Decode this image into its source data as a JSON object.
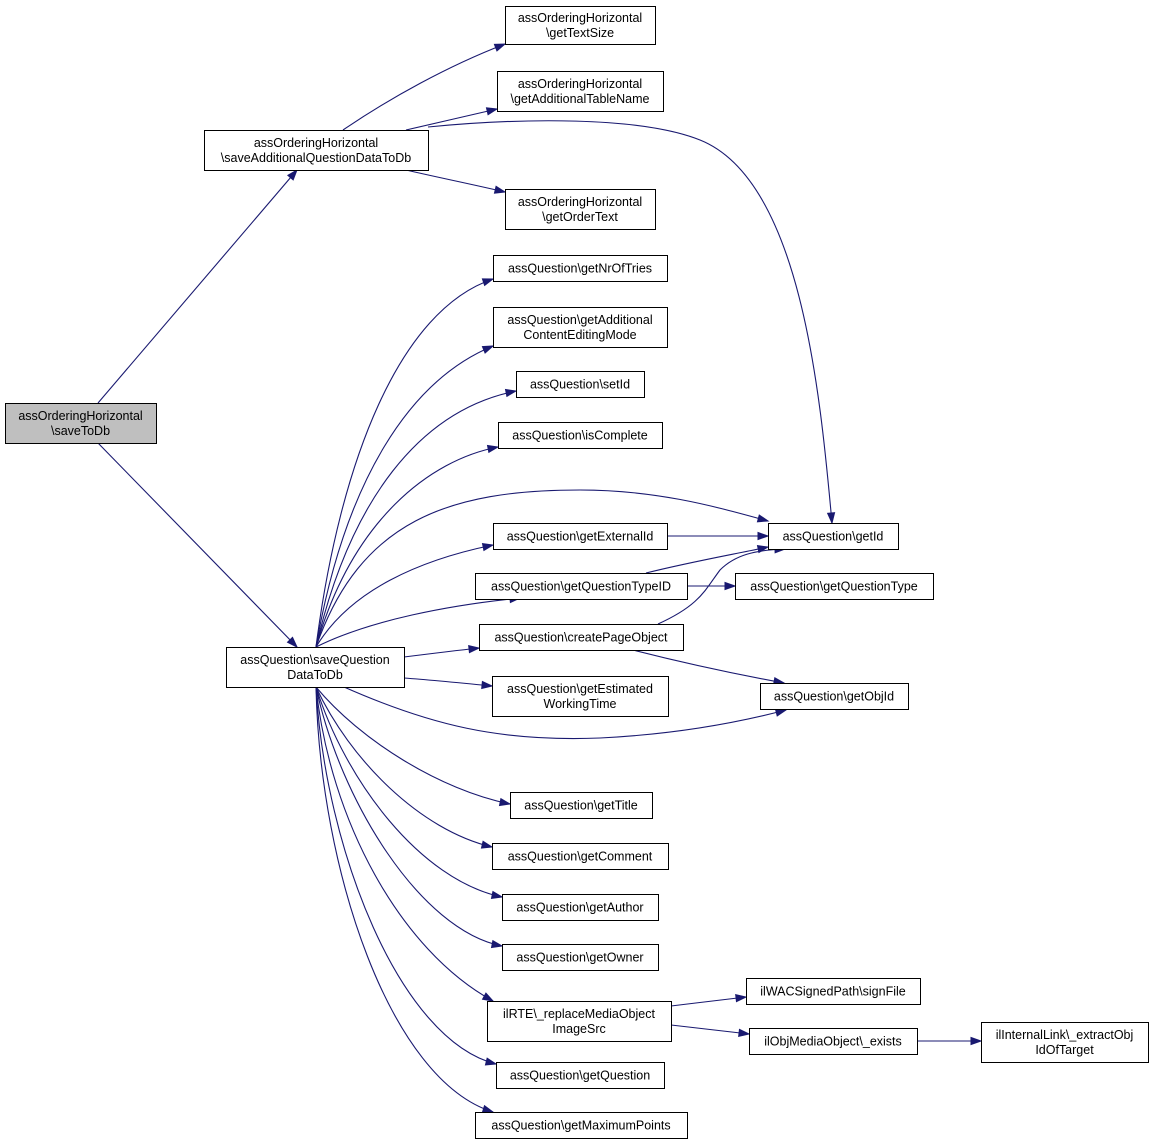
{
  "colors": {
    "edge": "#191970",
    "root_fill": "#bfbfbf",
    "node_fill": "#ffffff",
    "border": "#000000"
  },
  "nodes": [
    {
      "id": "root",
      "lines": [
        "assOrderingHorizontal",
        "\\saveToDb"
      ],
      "root": true
    },
    {
      "id": "saveAdd",
      "lines": [
        "assOrderingHorizontal",
        "\\saveAdditionalQuestionDataToDb"
      ]
    },
    {
      "id": "getTextSize",
      "lines": [
        "assOrderingHorizontal",
        "\\getTextSize"
      ]
    },
    {
      "id": "getAddTable",
      "lines": [
        "assOrderingHorizontal",
        "\\getAdditionalTableName"
      ]
    },
    {
      "id": "getOrderText",
      "lines": [
        "assOrderingHorizontal",
        "\\getOrderText"
      ]
    },
    {
      "id": "saveQ",
      "lines": [
        "assQuestion\\saveQuestion",
        "DataToDb"
      ]
    },
    {
      "id": "getNrOfTries",
      "lines": [
        "assQuestion\\getNrOfTries"
      ]
    },
    {
      "id": "getAddContent",
      "lines": [
        "assQuestion\\getAdditional",
        "ContentEditingMode"
      ]
    },
    {
      "id": "setId",
      "lines": [
        "assQuestion\\setId"
      ]
    },
    {
      "id": "isComplete",
      "lines": [
        "assQuestion\\isComplete"
      ]
    },
    {
      "id": "getExternalId",
      "lines": [
        "assQuestion\\getExternalId"
      ]
    },
    {
      "id": "getId",
      "lines": [
        "assQuestion\\getId"
      ]
    },
    {
      "id": "getQTypeID",
      "lines": [
        "assQuestion\\getQuestionTypeID"
      ]
    },
    {
      "id": "getQType",
      "lines": [
        "assQuestion\\getQuestionType"
      ]
    },
    {
      "id": "createPage",
      "lines": [
        "assQuestion\\createPageObject"
      ]
    },
    {
      "id": "getEstimated",
      "lines": [
        "assQuestion\\getEstimated",
        "WorkingTime"
      ]
    },
    {
      "id": "getObjId",
      "lines": [
        "assQuestion\\getObjId"
      ]
    },
    {
      "id": "getTitle",
      "lines": [
        "assQuestion\\getTitle"
      ]
    },
    {
      "id": "getComment",
      "lines": [
        "assQuestion\\getComment"
      ]
    },
    {
      "id": "getAuthor",
      "lines": [
        "assQuestion\\getAuthor"
      ]
    },
    {
      "id": "getOwner",
      "lines": [
        "assQuestion\\getOwner"
      ]
    },
    {
      "id": "replaceMedia",
      "lines": [
        "ilRTE\\_replaceMediaObject",
        "ImageSrc"
      ]
    },
    {
      "id": "signFile",
      "lines": [
        "ilWACSignedPath\\signFile"
      ]
    },
    {
      "id": "exists",
      "lines": [
        "ilObjMediaObject\\_exists"
      ]
    },
    {
      "id": "extractObj",
      "lines": [
        "ilInternalLink\\_extractObj",
        "IdOfTarget"
      ]
    },
    {
      "id": "getQuestion",
      "lines": [
        "assQuestion\\getQuestion"
      ]
    },
    {
      "id": "getMaxPoints",
      "lines": [
        "assQuestion\\getMaximumPoints"
      ]
    }
  ],
  "edges": [
    {
      "from": "root",
      "to": "saveAdd"
    },
    {
      "from": "root",
      "to": "saveQ"
    },
    {
      "from": "saveAdd",
      "to": "getTextSize"
    },
    {
      "from": "saveAdd",
      "to": "getAddTable"
    },
    {
      "from": "saveAdd",
      "to": "getOrderText"
    },
    {
      "from": "saveAdd",
      "to": "getId"
    },
    {
      "from": "saveQ",
      "to": "getNrOfTries"
    },
    {
      "from": "saveQ",
      "to": "getAddContent"
    },
    {
      "from": "saveQ",
      "to": "setId"
    },
    {
      "from": "saveQ",
      "to": "isComplete"
    },
    {
      "from": "saveQ",
      "to": "getId"
    },
    {
      "from": "saveQ",
      "to": "getExternalId"
    },
    {
      "from": "saveQ",
      "to": "getQTypeID"
    },
    {
      "from": "saveQ",
      "to": "createPage"
    },
    {
      "from": "saveQ",
      "to": "getEstimated"
    },
    {
      "from": "saveQ",
      "to": "getObjId"
    },
    {
      "from": "saveQ",
      "to": "getTitle"
    },
    {
      "from": "saveQ",
      "to": "getComment"
    },
    {
      "from": "saveQ",
      "to": "getAuthor"
    },
    {
      "from": "saveQ",
      "to": "getOwner"
    },
    {
      "from": "saveQ",
      "to": "replaceMedia"
    },
    {
      "from": "saveQ",
      "to": "getQuestion"
    },
    {
      "from": "saveQ",
      "to": "getMaxPoints"
    },
    {
      "from": "getExternalId",
      "to": "getId"
    },
    {
      "from": "getQTypeID",
      "to": "getId"
    },
    {
      "from": "getQTypeID",
      "to": "getQType"
    },
    {
      "from": "createPage",
      "to": "getId"
    },
    {
      "from": "createPage",
      "to": "getObjId"
    },
    {
      "from": "replaceMedia",
      "to": "signFile"
    },
    {
      "from": "replaceMedia",
      "to": "exists"
    },
    {
      "from": "exists",
      "to": "extractObj"
    }
  ]
}
